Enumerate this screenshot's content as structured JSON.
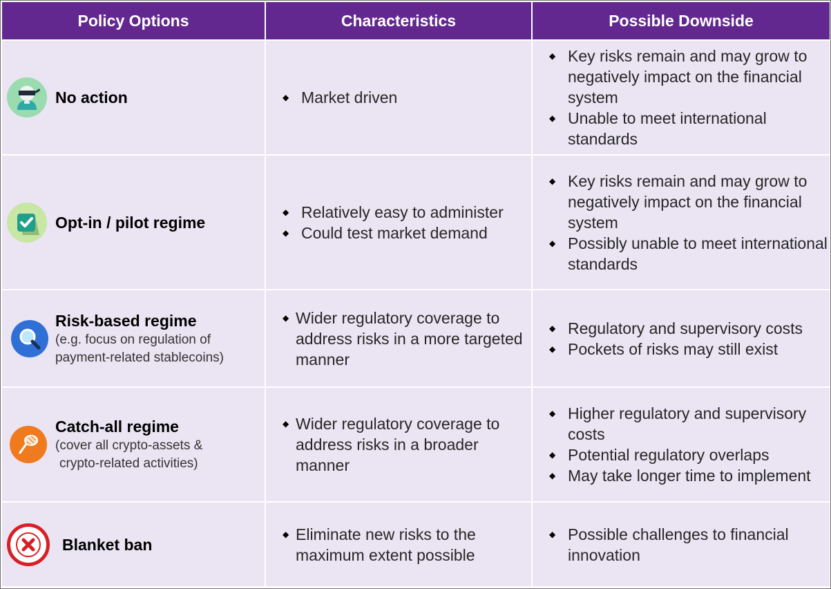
{
  "headers": [
    "Policy Options",
    "Characteristics",
    "Possible Downside"
  ],
  "rows": [
    {
      "icon": "blindfold-head-icon",
      "option": "No action",
      "note": [],
      "characteristics": [
        "Market driven"
      ],
      "downsides": [
        "Key risks remain and may grow to negatively impact on the financial system",
        "Unable to meet international standards"
      ]
    },
    {
      "icon": "checkbox-icon",
      "option": "Opt-in / pilot regime",
      "note": [],
      "characteristics": [
        "Relatively easy to administer",
        "Could test market demand"
      ],
      "downsides": [
        "Key risks remain and may grow to negatively impact on the financial system",
        "Possibly unable to meet international standards"
      ]
    },
    {
      "icon": "magnifier-icon",
      "option": "Risk-based regime",
      "note": [
        "(e.g. focus on regulation of",
        "payment-related stablecoins)"
      ],
      "characteristics": [
        "Wider regulatory coverage to address risks in a more targeted manner"
      ],
      "downsides": [
        "Regulatory and supervisory costs",
        "Pockets of risks may still exist"
      ]
    },
    {
      "icon": "catch-net-icon",
      "option": "Catch-all regime",
      "note": [
        "(cover all crypto-assets &",
        "crypto-related activities)"
      ],
      "characteristics": [
        "Wider regulatory coverage to address risks in a broader manner"
      ],
      "downsides": [
        "Higher regulatory and supervisory costs",
        "Potential regulatory overlaps",
        "May take longer time to implement"
      ]
    },
    {
      "icon": "cross-mark-icon",
      "option": "Blanket ban",
      "note": [],
      "characteristics": [
        "Eliminate new risks to the maximum extent possible"
      ],
      "downsides": [
        "Possible challenges to financial innovation"
      ]
    }
  ],
  "colors": {
    "header": "#63288f",
    "cell": "#ebe4f3"
  }
}
